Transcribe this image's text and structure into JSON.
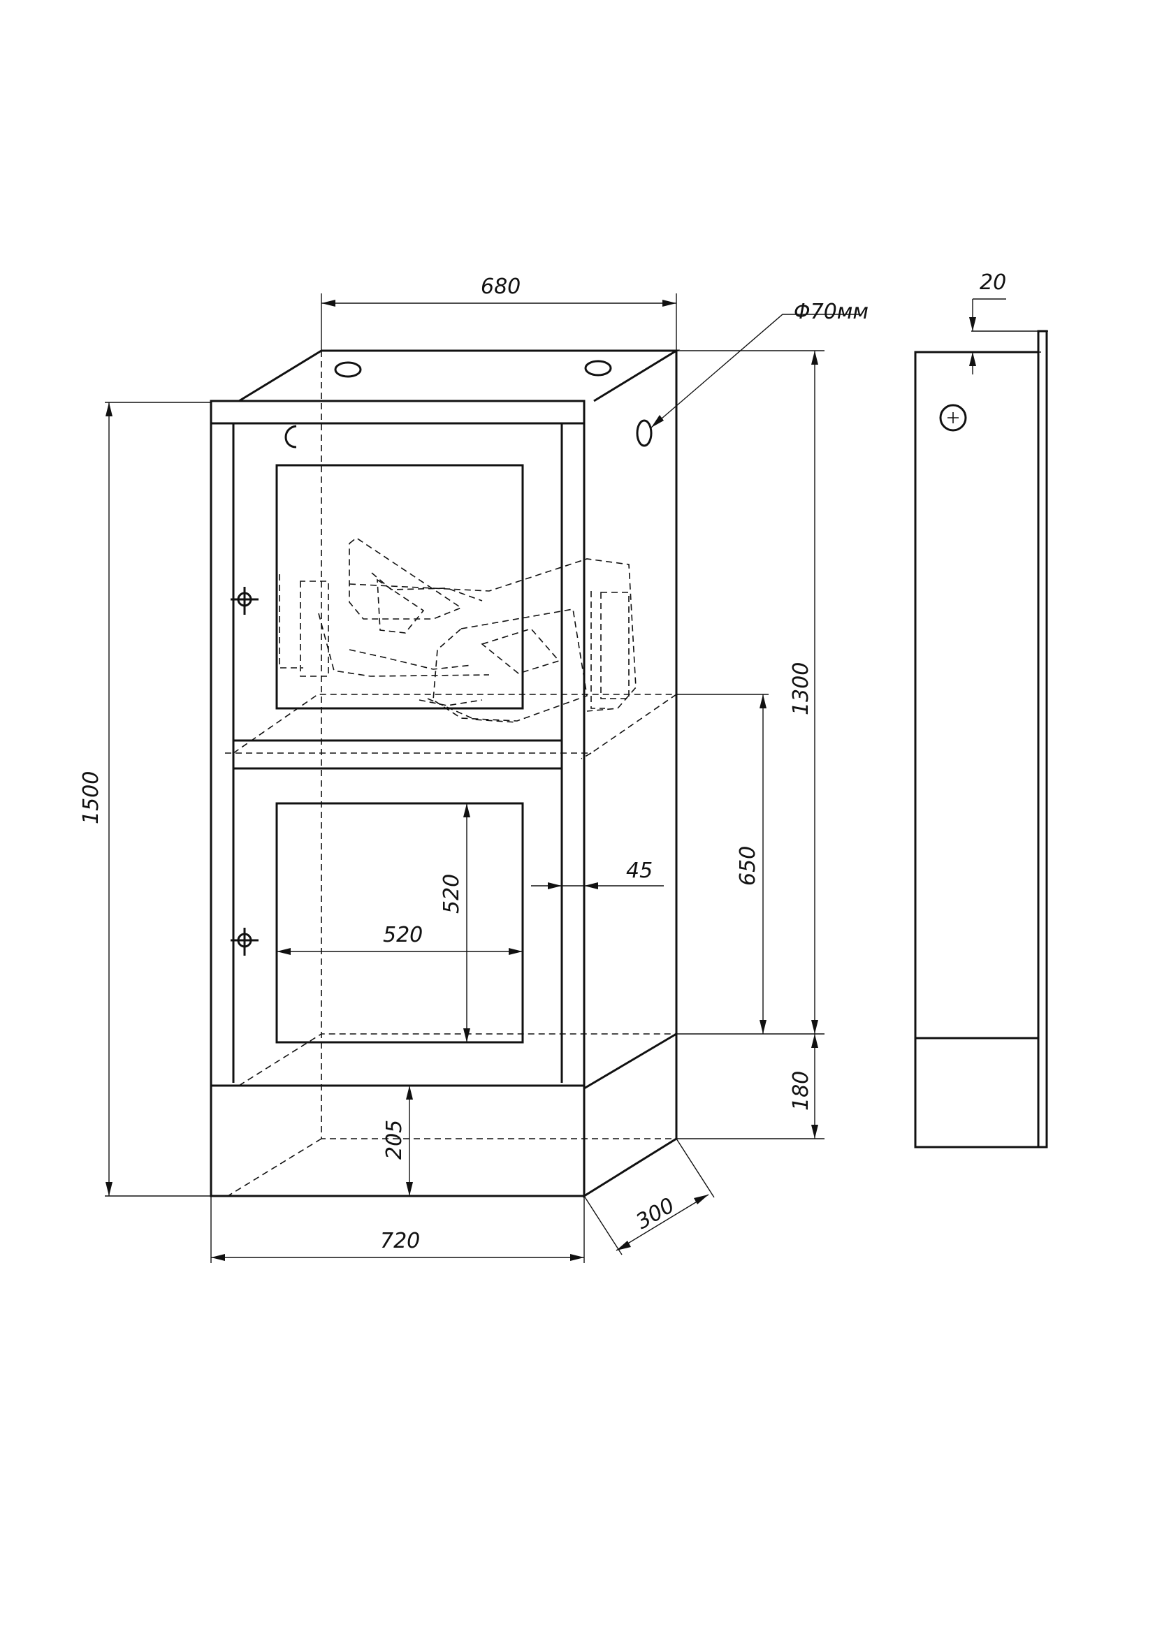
{
  "drawing": {
    "dimensions": {
      "top_width": "680",
      "hole_diameter": "Φ70мм",
      "total_height": "1500",
      "body_height": "1300",
      "shelf_height": "650",
      "window_height": "520",
      "window_width": "520",
      "wall_gap": "45",
      "plinth_height": "180",
      "plinth_front": "205",
      "depth": "300",
      "front_width": "720",
      "side_offset": "20"
    }
  }
}
